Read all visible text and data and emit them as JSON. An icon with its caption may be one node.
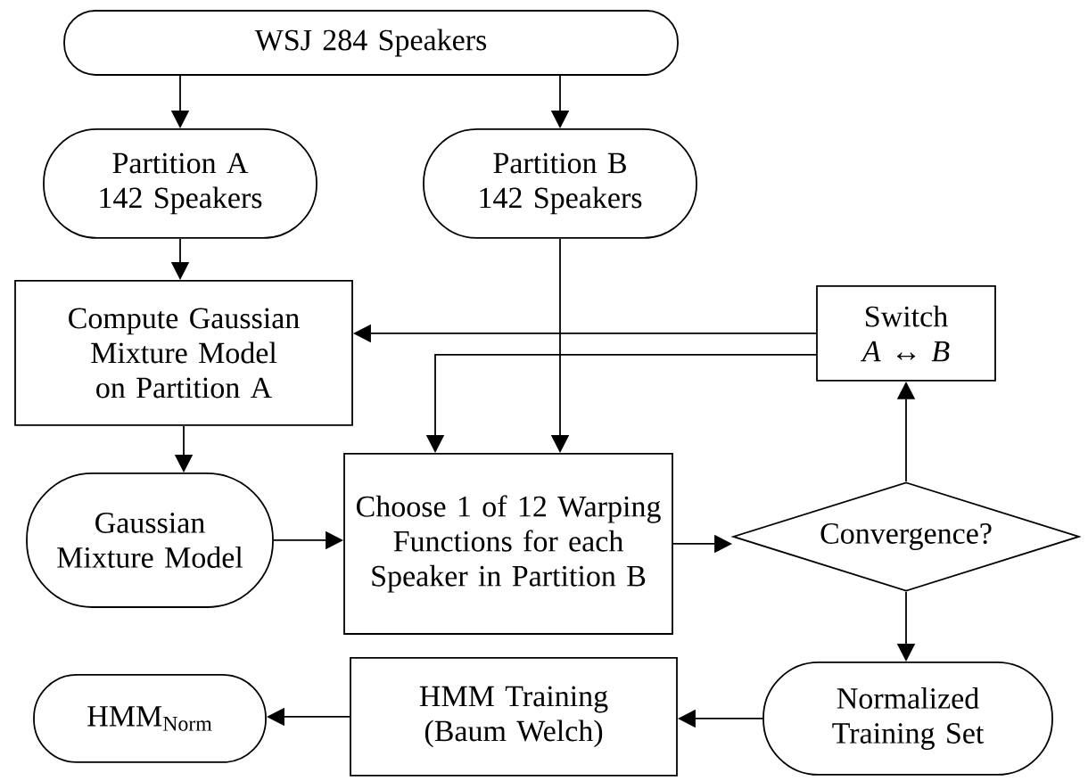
{
  "diagram": {
    "nodes": [
      {
        "text": [
          "WSJ 284 Speakers"
        ]
      },
      {
        "text": [
          "Partition A 142 Speakers"
        ]
      },
      {
        "text": [
          "Partition B 142 Speakers"
        ]
      },
      {
        "text": [
          "Compute Gaussian Mixture Model on Partition A"
        ]
      },
      {
        "text": [
          "Switch *A* ↔ *B*"
        ]
      },
      {
        "text": [
          "Gaussian Mixture Model"
        ]
      },
      {
        "text": [
          "Choose 1 of 12 Warping Functions for each Speaker in Partition B"
        ]
      },
      {
        "text": [
          "Convergence?"
        ]
      },
      {
        "text": [
          "Normalized Training Set"
        ]
      },
      {
        "text": [
          "HMM Training (Baum Welch)"
        ]
      },
      {
        "text": [
          "HMM$_{Norm}$"
        ]
      }
    ],
    "edges": [
      {
        "from": 0,
        "to": 1,
        "arrow": "to"
      },
      {
        "from": 0,
        "to": 2,
        "arrow": "to"
      },
      {
        "from": 1,
        "to": 3,
        "arrow": "to"
      },
      {
        "from": 2,
        "to": 6,
        "arrow": "to"
      },
      {
        "from": 4,
        "to": 3,
        "arrow": "to"
      },
      {
        "from": 4,
        "to": 6,
        "arrow": "to"
      },
      {
        "from": 3,
        "to": 5,
        "arrow": "to"
      },
      {
        "from": 5,
        "to": 6,
        "arrow": "to"
      },
      {
        "from": 6,
        "to": 7,
        "arrow": "to"
      },
      {
        "from": 7,
        "to": 4,
        "arrow": "to"
      },
      {
        "from": 7,
        "to": 8,
        "arrow": "to"
      },
      {
        "from": 8,
        "to": 9,
        "arrow": "to"
      },
      {
        "from": 9,
        "to": 10,
        "arrow": "to"
      }
    ]
  }
}
